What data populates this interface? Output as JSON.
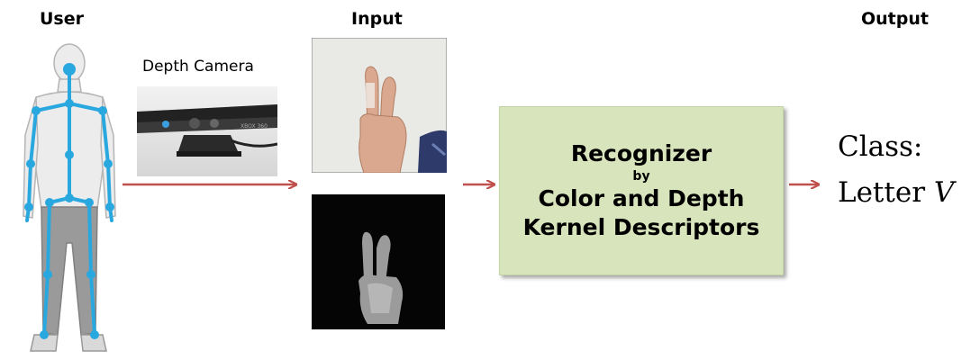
{
  "headers": {
    "user": "User",
    "input": "Input",
    "output": "Output"
  },
  "camera": {
    "label": "Depth Camera",
    "brand_text": "XBOX 360"
  },
  "recognizer": {
    "line1": "Recognizer",
    "line2": "by",
    "line3": "Color and Depth",
    "line4": "Kernel Descriptors"
  },
  "output": {
    "class_label": "Class:",
    "value_prefix": "Letter ",
    "value_letter": "V"
  },
  "colors": {
    "skeleton": "#29a8e0",
    "arrow": "#c0504d",
    "recognizer_fill": "#d8e4bc"
  }
}
